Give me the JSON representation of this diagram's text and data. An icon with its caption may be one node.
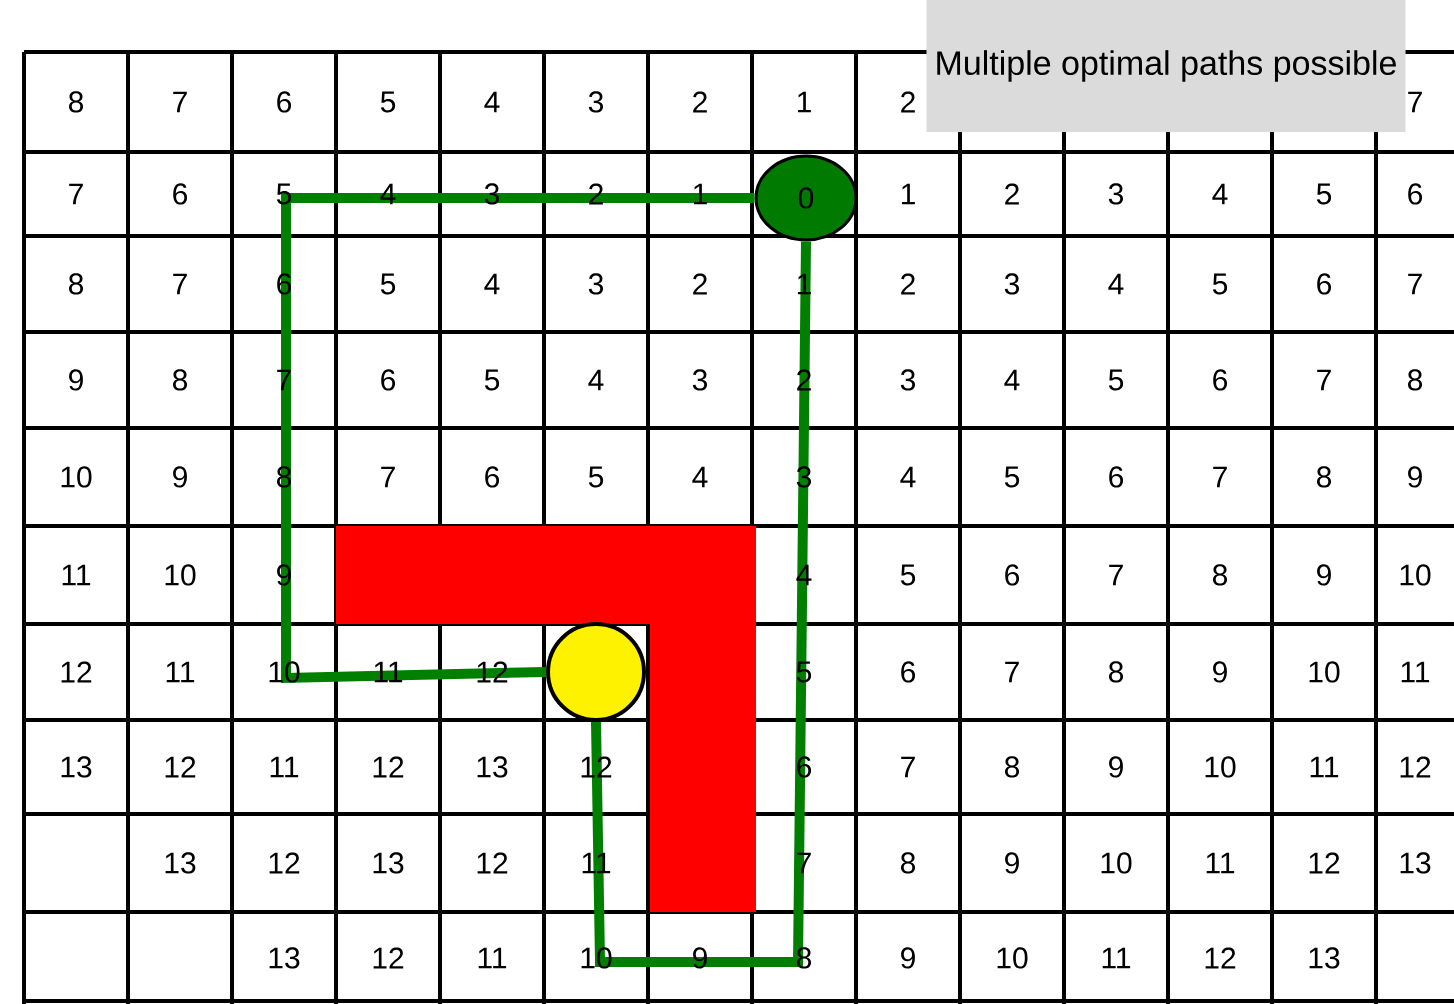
{
  "diagram": {
    "nodes": [
      {
        "text": [
          "Multiple optimal paths possible"
        ]
      },
      {
        "text": [
          "0"
        ]
      },
      {
        "text": [],
        "shape": "circle"
      }
    ],
    "edges": [
      {
        "from": 1,
        "to": 2,
        "arrow": "none",
        "color": "#007f00"
      },
      {
        "from": 1,
        "to": 2,
        "arrow": "none",
        "color": "#007f00"
      }
    ],
    "labels": [
      "8",
      "7",
      "6",
      "5",
      "4",
      "3",
      "2",
      "1",
      "2",
      "7",
      "7",
      "6",
      "5",
      "4",
      "3",
      "2",
      "1",
      "1",
      "2",
      "3",
      "4",
      "5",
      "6",
      "8",
      "7",
      "6",
      "5",
      "4",
      "3",
      "2",
      "1",
      "2",
      "3",
      "4",
      "5",
      "6",
      "7",
      "9",
      "8",
      "7",
      "6",
      "5",
      "4",
      "3",
      "2",
      "3",
      "4",
      "5",
      "6",
      "7",
      "8",
      "10",
      "9",
      "8",
      "7",
      "6",
      "5",
      "4",
      "3",
      "4",
      "5",
      "6",
      "7",
      "8",
      "9",
      "11",
      "10",
      "9",
      "4",
      "5",
      "6",
      "7",
      "8",
      "9",
      "10",
      "12",
      "11",
      "10",
      "11",
      "12",
      "5",
      "6",
      "7",
      "8",
      "9",
      "10",
      "11",
      "13",
      "12",
      "11",
      "12",
      "13",
      "12",
      "6",
      "7",
      "8",
      "9",
      "10",
      "11",
      "12",
      "13",
      "12",
      "13",
      "12",
      "11",
      "7",
      "8",
      "9",
      "10",
      "11",
      "12",
      "13",
      "13",
      "12",
      "11",
      "10",
      "9",
      "8",
      "9",
      "10",
      "11",
      "12",
      "13"
    ]
  }
}
